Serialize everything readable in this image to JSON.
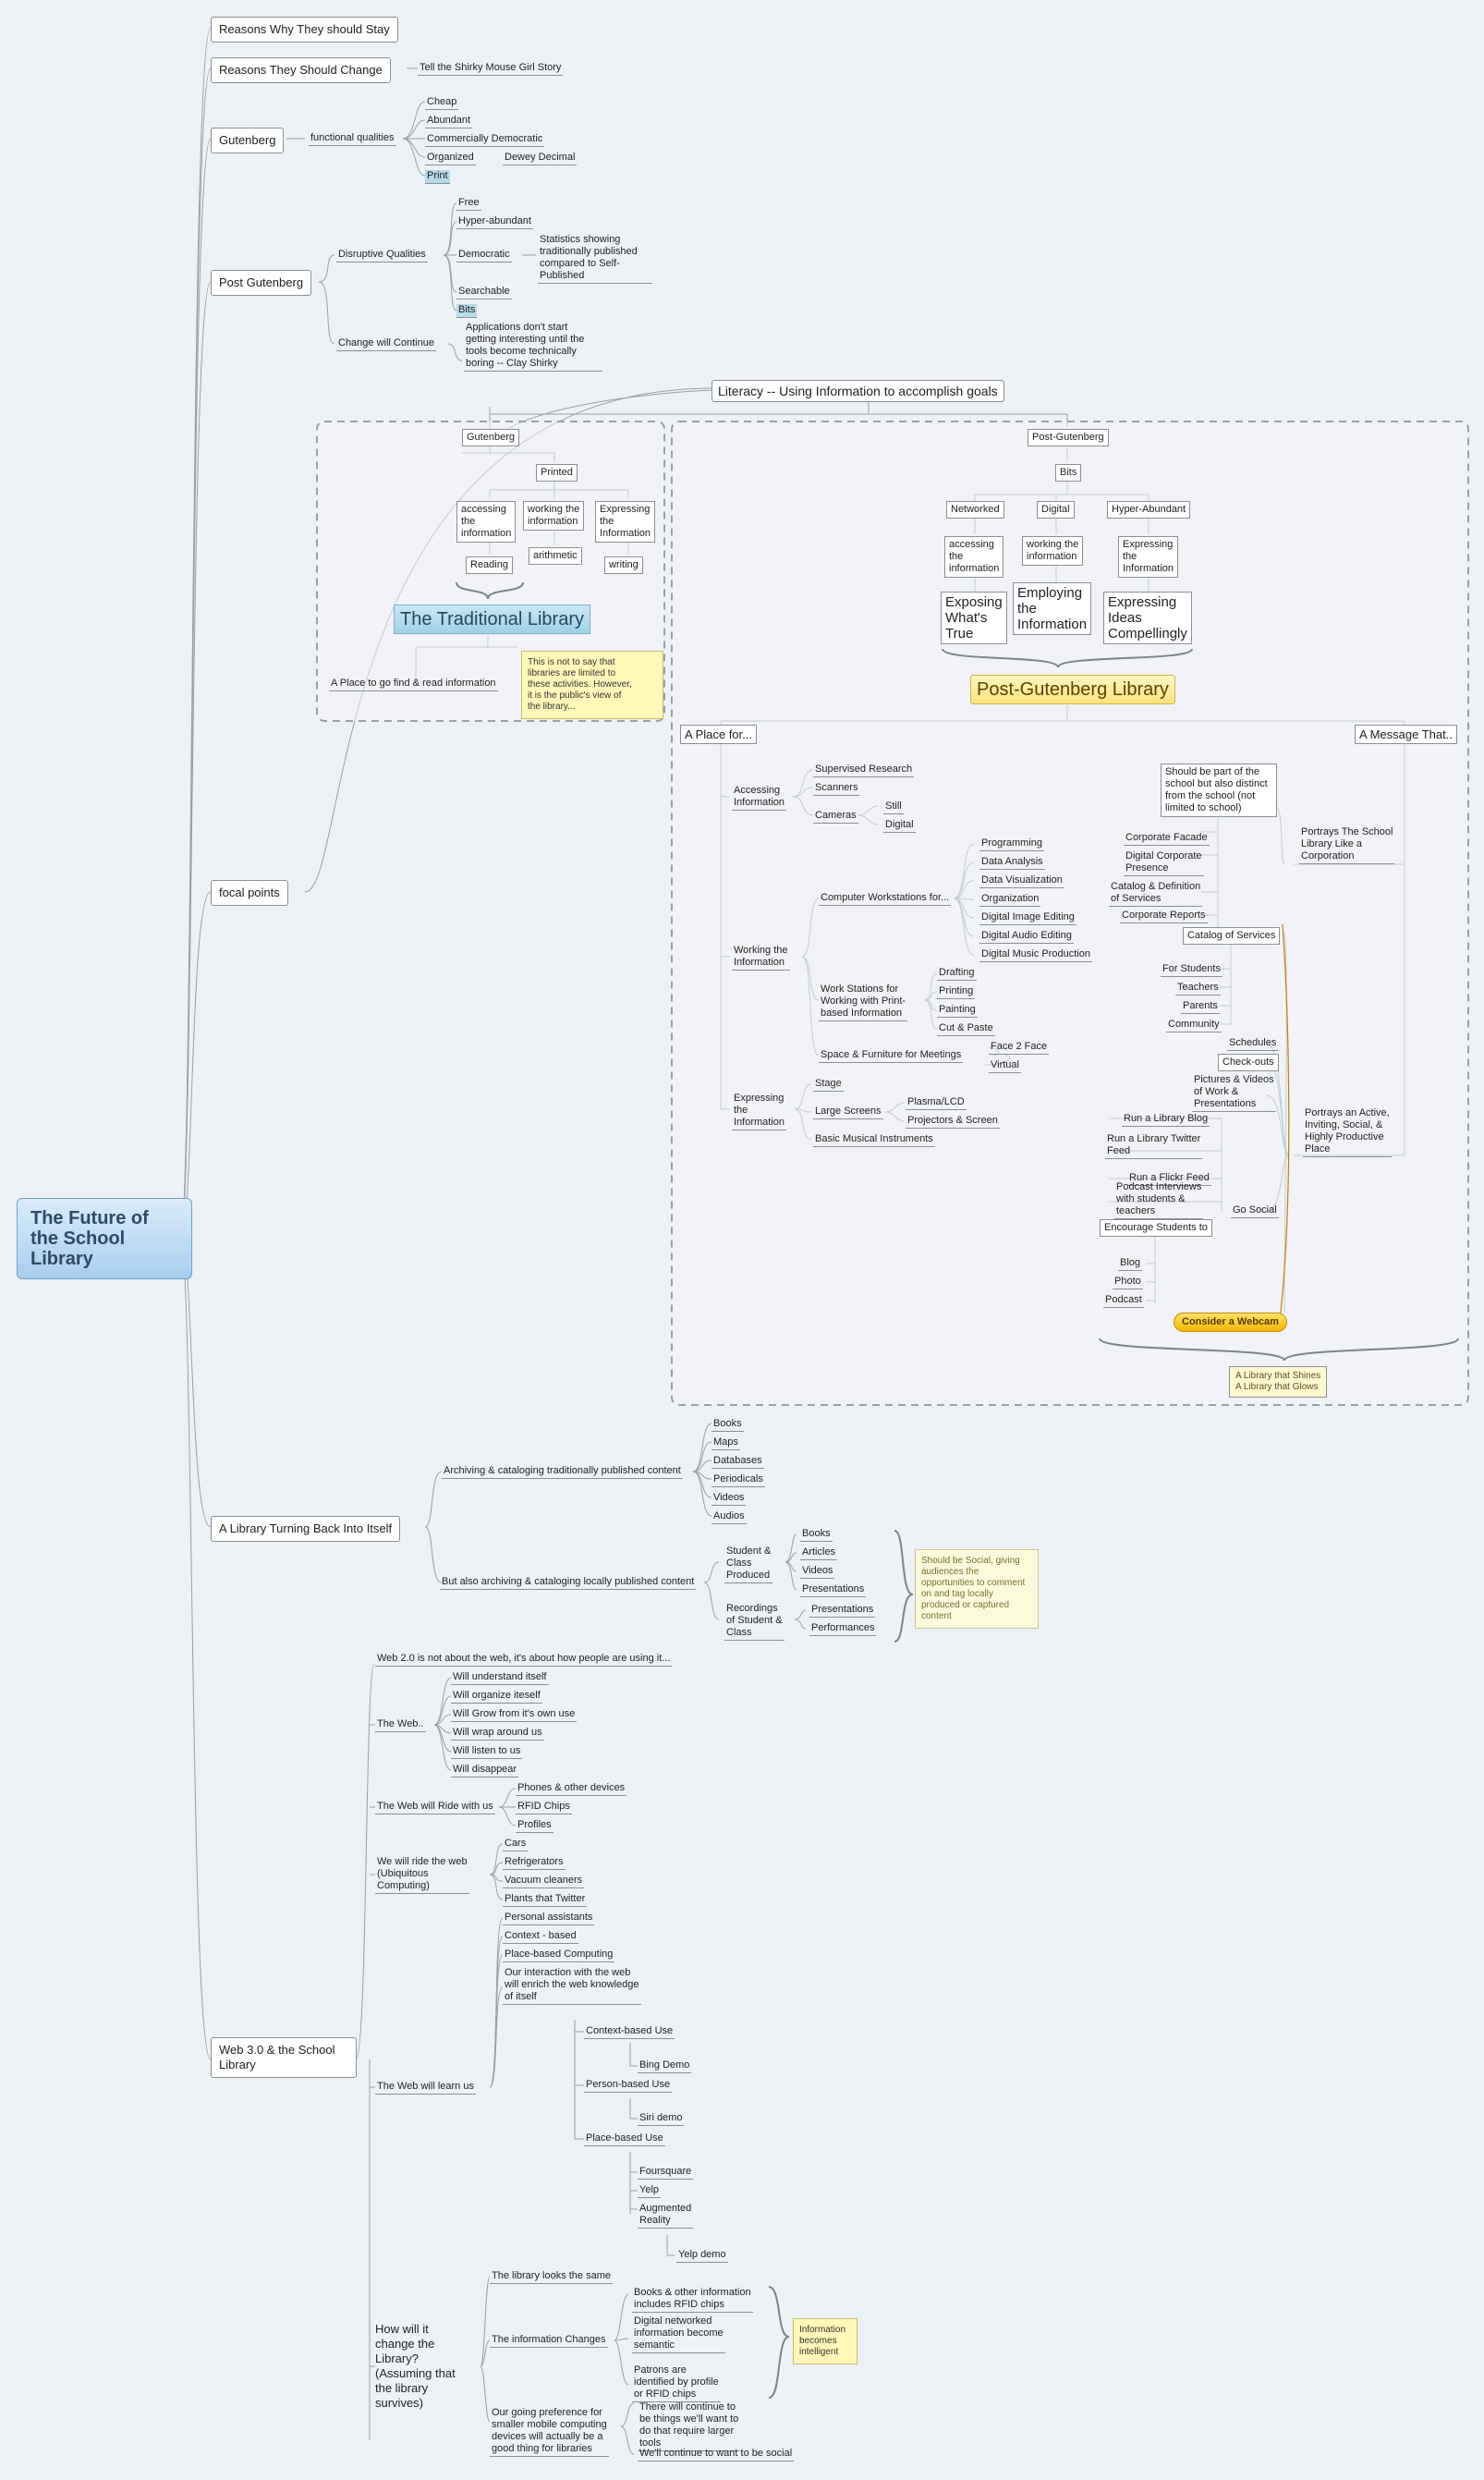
{
  "root": {
    "label": "The Future of the School Library"
  },
  "topics": {
    "stay": "Reasons Why They should Stay",
    "change": "Reasons They Should Change",
    "shirky": "Tell the Shirky Mouse Girl Story",
    "gutenberg": "Gutenberg",
    "functional": "functional qualities",
    "g_items": [
      "Cheap",
      "Abundant",
      "Commercially Democratic",
      "Organized",
      "Print"
    ],
    "dewey": "Dewey Decimal",
    "post_gutenberg": "Post Gutenberg",
    "disruptive": "Disruptive Qualities",
    "pg_items": [
      "Free",
      "Hyper-abundant",
      "Democratic",
      "Searchable",
      "Bits"
    ],
    "statistics": "Statistics showing\ntraditionally published\ncompared to Self-\nPublished",
    "change_continue": "Change will Continue",
    "clay": "Applications don't start\ngetting interesting until the\ntools become technically\nboring -- Clay Shirky",
    "focal": "focal points",
    "turning": "A Library Turning Back Into Itself",
    "web3": "Web 3.0 & the School\nLibrary"
  },
  "literacy": {
    "title": "Literacy -- Using Information to accomplish goals",
    "trad": {
      "gutenberg": "Gutenberg",
      "printed": "Printed",
      "accessing": "accessing\nthe\ninformation",
      "working": "working the\ninformation",
      "expressing": "Expressing\nthe\nInformation",
      "reading": "Reading",
      "arithmetic": "arithmetic",
      "writing": "writing",
      "title": "The Traditional Library",
      "place": "A Place to go find & read information",
      "note": "This is not to say that\nlibraries are limited to\nthese activities.  However,\nit is the public's view of\nthe library..."
    },
    "post": {
      "pg": "Post-Gutenberg",
      "bits": "Bits",
      "networked": "Networked",
      "digital": "Digital",
      "hyper": "Hyper-Abundant",
      "accessing": "accessing\nthe\ninformation",
      "working": "working the\ninformation",
      "expressing": "Expressing\nthe\nInformation",
      "exposing": "Exposing\nWhat's\nTrue",
      "employing": "Employing\nthe\nInformation",
      "expressing_ideas": "Expressing\nIdeas\nCompellingly",
      "title": "Post-Gutenberg Library",
      "place_for": "A Place for...",
      "message": "A Message That..",
      "accessing_info": "Accessing\nInformation",
      "supervised": "Supervised Research",
      "scanners": "Scanners",
      "cameras": "Cameras",
      "still": "Still",
      "digital_cam": "Digital",
      "working_info": "Working the\nInformation",
      "computer_ws": "Computer Workstations for...",
      "cw_items": [
        "Programming",
        "Data Analysis",
        "Data Visualization",
        "Organization",
        "Digital Image Editing",
        "Digital Audio Editing",
        "Digital Music Production"
      ],
      "print_ws": "Work Stations for\nWorking with Print-\nbased Information",
      "pw_items": [
        "Drafting",
        "Printing",
        "Painting",
        "Cut & Paste"
      ],
      "space": "Space & Furniture for Meetings",
      "face": "Face 2 Face",
      "virtual": "Virtual",
      "expressing_info": "Expressing\nthe\nInformation",
      "stage": "Stage",
      "large_screens": "Large Screens",
      "plasma": "Plasma/LCD",
      "projectors": "Projectors & Screen",
      "musical": "Basic Musical Instruments",
      "should_be": "Should be part of the\nschool but also distinct\nfrom the school (not\nlimited to school)",
      "portrays_corp": "Portrays The School\nLibrary Like  a\nCorporation",
      "corp_items": [
        "Corporate Facade",
        "Digital Corporate\nPresence",
        "Catalog & Definition\nof Services",
        "Corporate Reports"
      ],
      "catalog": "Catalog of Services",
      "cat_items": [
        "For Students",
        "Teachers",
        "Parents",
        "Community"
      ],
      "schedules": "Schedules",
      "checkouts": "Check-outs",
      "pictures": "Pictures & Videos\nof Work &\nPresentations",
      "portrays_active": "Portrays an Active,\nInviting, Social, &\nHighly Productive\nPlace",
      "blog": "Run a Library Blog",
      "twitter": "Run a Library Twitter\nFeed",
      "flickr": "Run a Flickr Feed",
      "podcast": "Podcast Interviews\nwith students &\nteachers",
      "go_social": "Go Social",
      "encourage": "Encourage Students to",
      "enc_items": [
        "Blog",
        "Photo",
        "Podcast"
      ],
      "webcam": "Consider a Webcam",
      "shines": "A Library that Shines\nA Library that Glows"
    }
  },
  "turning": {
    "archiving1": "Archiving & cataloging traditionally published content",
    "a1_items": [
      "Books",
      "Maps",
      "Databases",
      "Periodicals",
      "Videos",
      "Audios"
    ],
    "archiving2": "But also archiving & cataloging locally published content",
    "student": "Student &\nClass\nProduced",
    "s_items": [
      "Books",
      "Articles",
      "Videos",
      "Presentations"
    ],
    "recordings": "Recordings\nof Student &\nClass",
    "r_items": [
      "Presentations",
      "Performances"
    ],
    "note": "Should be Social, giving\naudiences the\nopportunities to comment\non and tag locally\nproduced or captured\ncontent"
  },
  "web3": {
    "web20": "Web 2.0 is not about the web, it's about how people are using it...",
    "the_web": "The Web..",
    "tw_items": [
      "Will understand itself",
      "Will organize iteself",
      "Will Grow from it's own use",
      "Will wrap around us",
      "Will listen to us",
      "Will disappear"
    ],
    "ride": "The Web will Ride with us",
    "ride_items": [
      "Phones & other devices",
      "RFID Chips",
      "Profiles"
    ],
    "ubiq": "We will ride the web\n(Ubiquitous\nComputing)",
    "ubiq_items": [
      "Cars",
      "Refrigerators",
      "Vacuum cleaners",
      "Plants that Twitter"
    ],
    "learn": "The Web will learn us",
    "learn_items": [
      "Personal assistants",
      "Context - based",
      "Place-based Computing",
      "Our interaction with the web\nwill enrich the web knowledge\nof itself"
    ],
    "context_use": "Context-based Use",
    "bing": "Bing Demo",
    "person_use": "Person-based Use",
    "siri": "Siri demo",
    "place_use": "Place-based Use",
    "place_items": [
      "Foursquare",
      "Yelp",
      "Augmented\nReality"
    ],
    "yelp_demo": "Yelp demo",
    "how": "How will it\nchange the\nLibrary?\n(Assuming that\nthe library\nsurvives)",
    "looks_same": "The library looks the same",
    "info_changes": "The information Changes",
    "ic_items": [
      "Books & other information\nincludes RFID chips",
      "Digital networked\ninformation become\nsemantic",
      "Patrons are\nidentified by profile\nor RFID chips"
    ],
    "intelligent": "Information\nbecomes\nintelligent",
    "mobile": "Our going preference for\nsmaller mobile computing\ndevices will actually be a\ngood thing for libraries",
    "m_items": [
      "There will continue to\nbe things we'll want to\ndo that require larger\ntools",
      "We'll continue to want to be social"
    ]
  }
}
